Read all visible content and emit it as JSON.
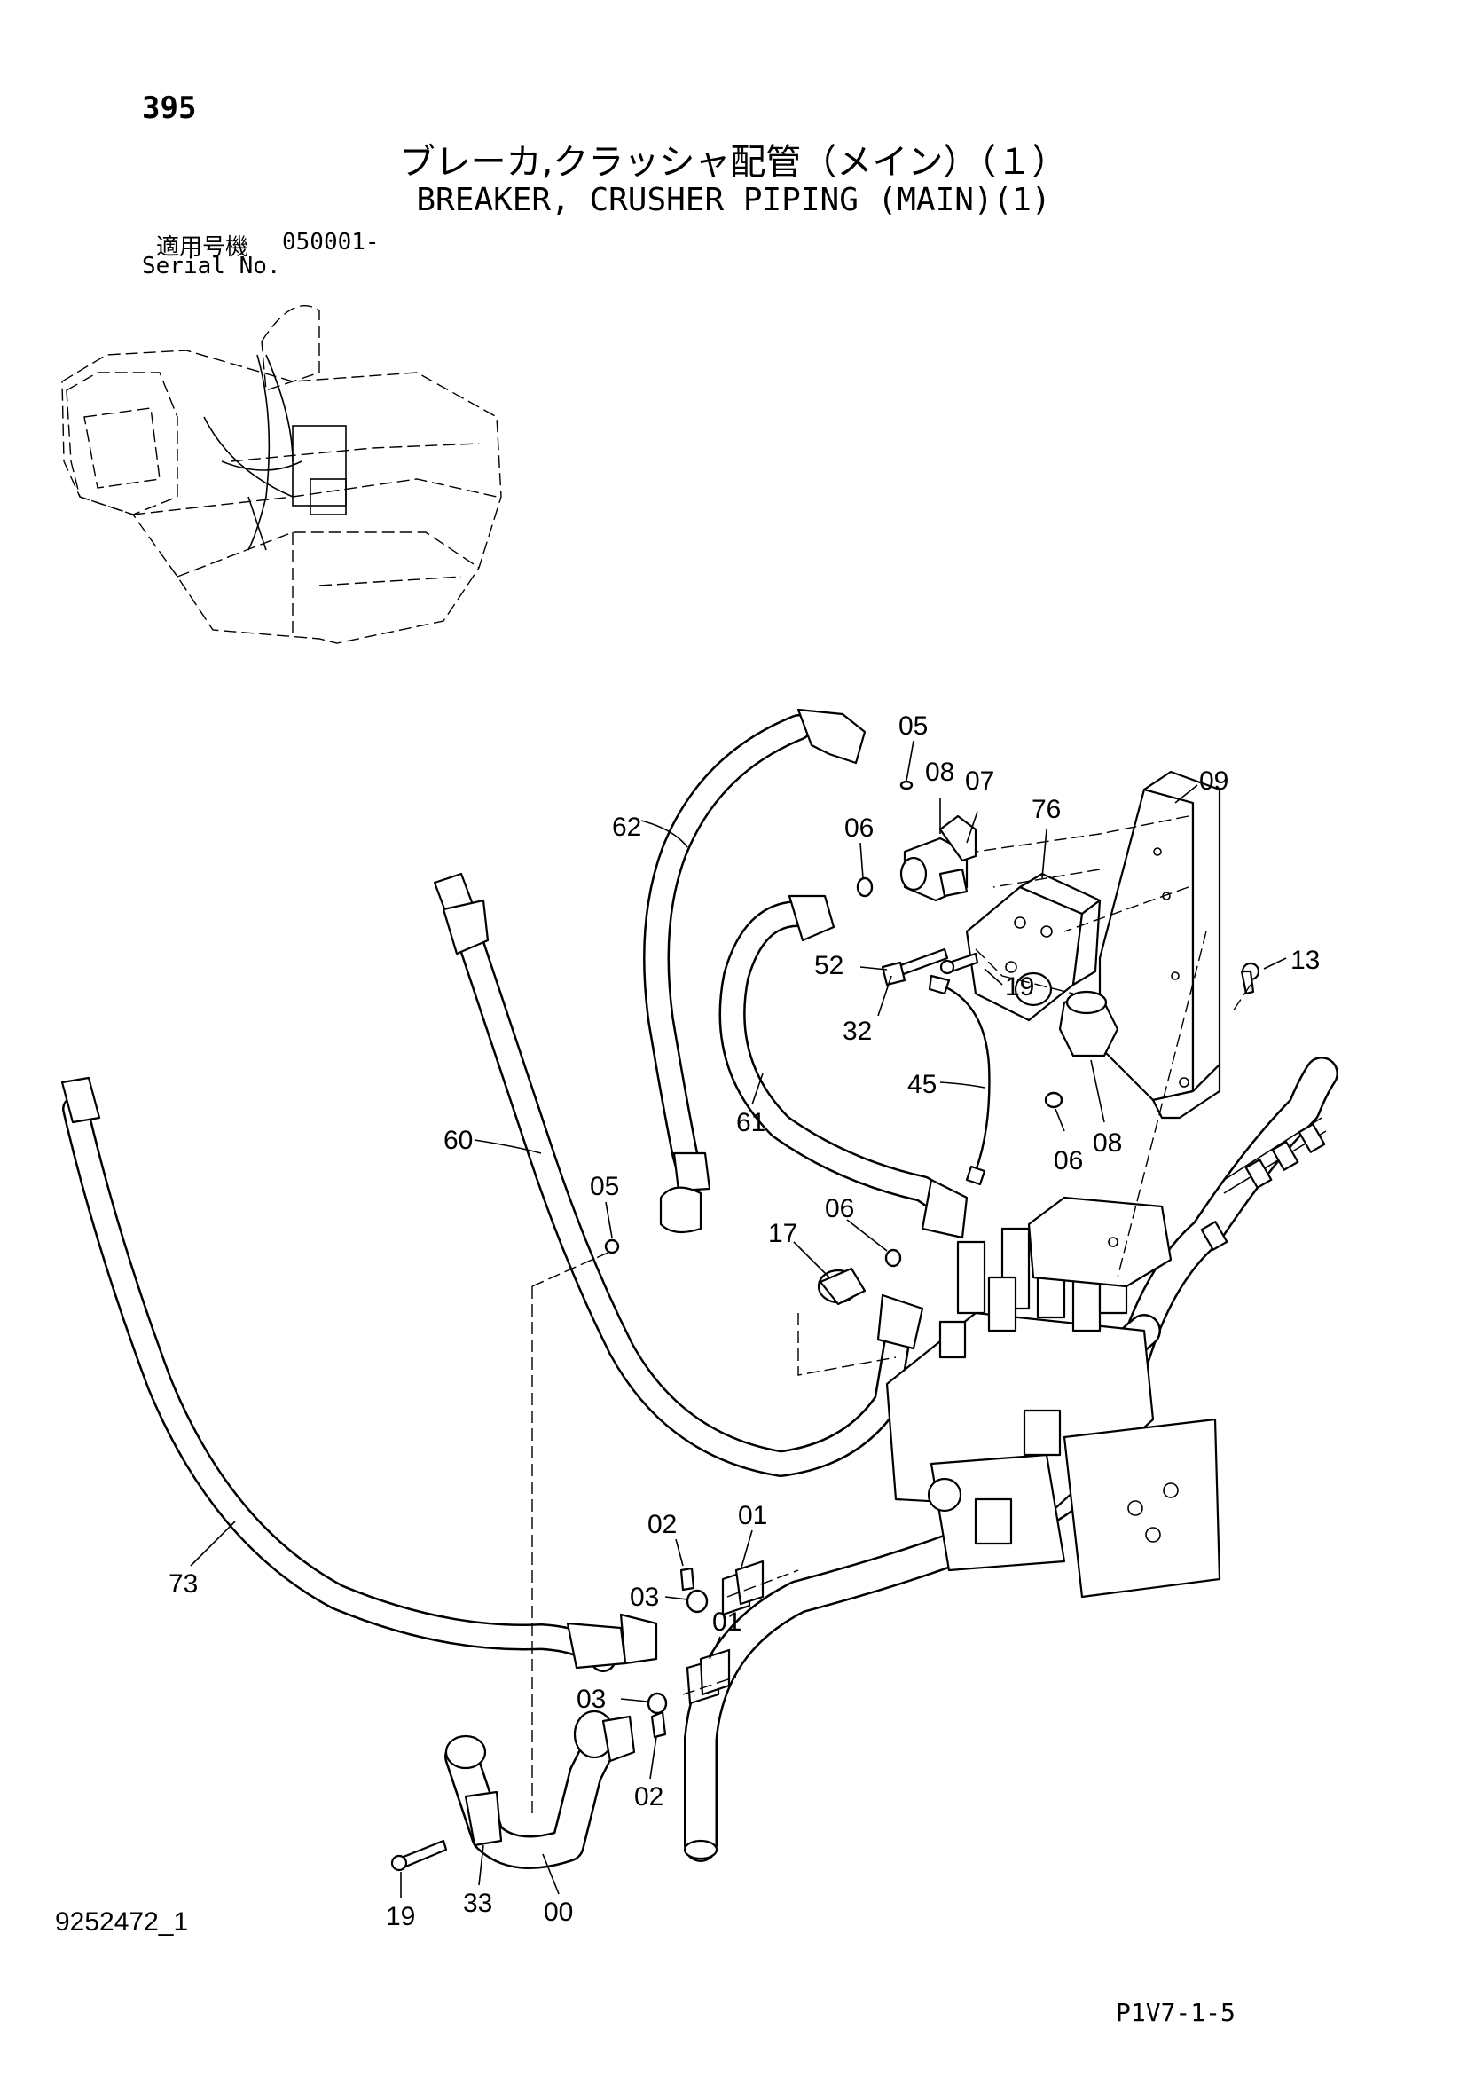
{
  "header": {
    "page_number": "395",
    "title_jp": "ブレーカ,クラッシャ配管（メイン）（１）",
    "title_en": "BREAKER, CRUSHER PIPING (MAIN)(1)",
    "serial_label_jp": "適用号機",
    "serial_value": "050001-",
    "serial_label_en": "Serial No."
  },
  "footer": {
    "doc_id": "9252472_1",
    "page_code": "P1V7-1-5"
  },
  "callouts": {
    "c05a": "05",
    "c08a": "08",
    "c07": "07",
    "c09": "09",
    "c62": "62",
    "c06a": "06",
    "c76": "76",
    "c13": "13",
    "c52": "52",
    "c19a": "19",
    "c32": "32",
    "c45": "45",
    "c08b": "08",
    "c06b": "06",
    "c60": "60",
    "c61": "61",
    "c05b": "05",
    "c06c": "06",
    "c17": "17",
    "c02a": "02",
    "c01a": "01",
    "c73": "73",
    "c03a": "03",
    "c01b": "01",
    "c03b": "03",
    "c02b": "02",
    "c19b": "19",
    "c33": "33",
    "c00": "00"
  }
}
